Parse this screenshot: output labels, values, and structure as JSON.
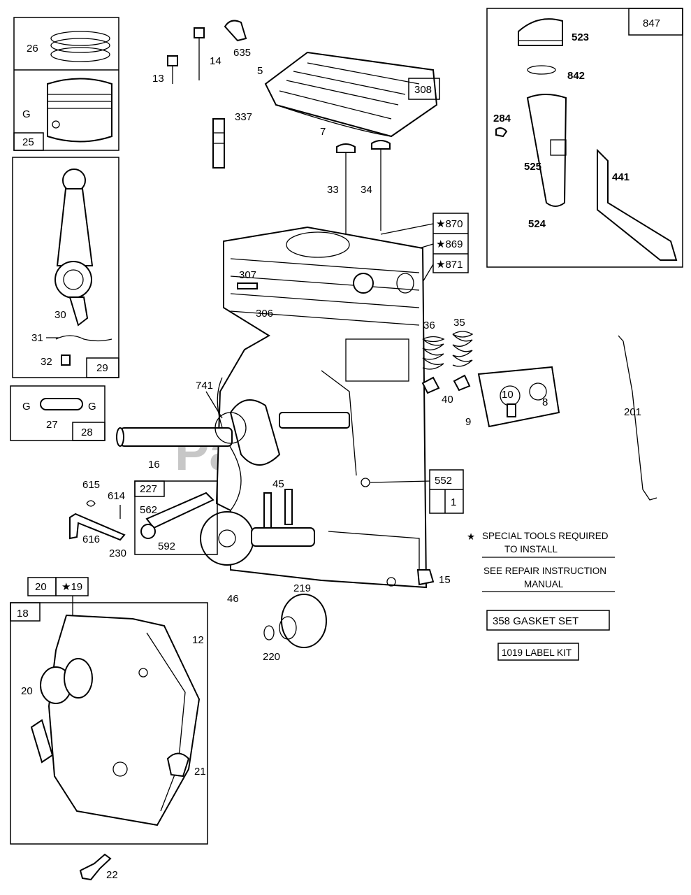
{
  "watermark": "PartsTree",
  "legend": {
    "special_tools_line1": "SPECIAL TOOLS REQUIRED",
    "special_tools_line2": "TO INSTALL",
    "repair_line1": "SEE REPAIR INSTRUCTION",
    "repair_line2": "MANUAL",
    "gasket_set": "358 GASKET SET",
    "label_kit": "1019 LABEL KIT",
    "star_glyph": "★"
  },
  "part_labels": {
    "p26": "26",
    "pG": "G",
    "p25": "25",
    "p30": "30",
    "p31": "31",
    "p32": "32",
    "p29": "29",
    "p27": "27",
    "p28": "28",
    "pG1": "G",
    "pG2": "G",
    "p13": "13",
    "p14": "14",
    "p635": "635",
    "p5": "5",
    "p308": "308",
    "p7": "7",
    "p337": "337",
    "p33": "33",
    "p34": "34",
    "p870": "★870",
    "p869": "★869",
    "p871": "★871",
    "p307": "307",
    "p306": "306",
    "p741": "741",
    "p16": "16",
    "p36": "36",
    "p35": "35",
    "p40": "40",
    "p10": "10",
    "p8": "8",
    "p9": "9",
    "p552": "552",
    "p1": "1",
    "p45": "45",
    "p46": "46",
    "p15": "15",
    "p615": "615",
    "p614": "614",
    "p227": "227",
    "p562": "562",
    "p592": "592",
    "p616": "616",
    "p230": "230",
    "p219": "219",
    "p220": "220",
    "p20box": "20",
    "p19box": "★19",
    "p18": "18",
    "p12": "12",
    "p20": "20",
    "p21": "21",
    "p22": "22",
    "p847": "847",
    "p523": "523",
    "p842": "842",
    "p284": "284",
    "p525": "525",
    "p441": "441",
    "p524": "524",
    "p201": "201"
  }
}
